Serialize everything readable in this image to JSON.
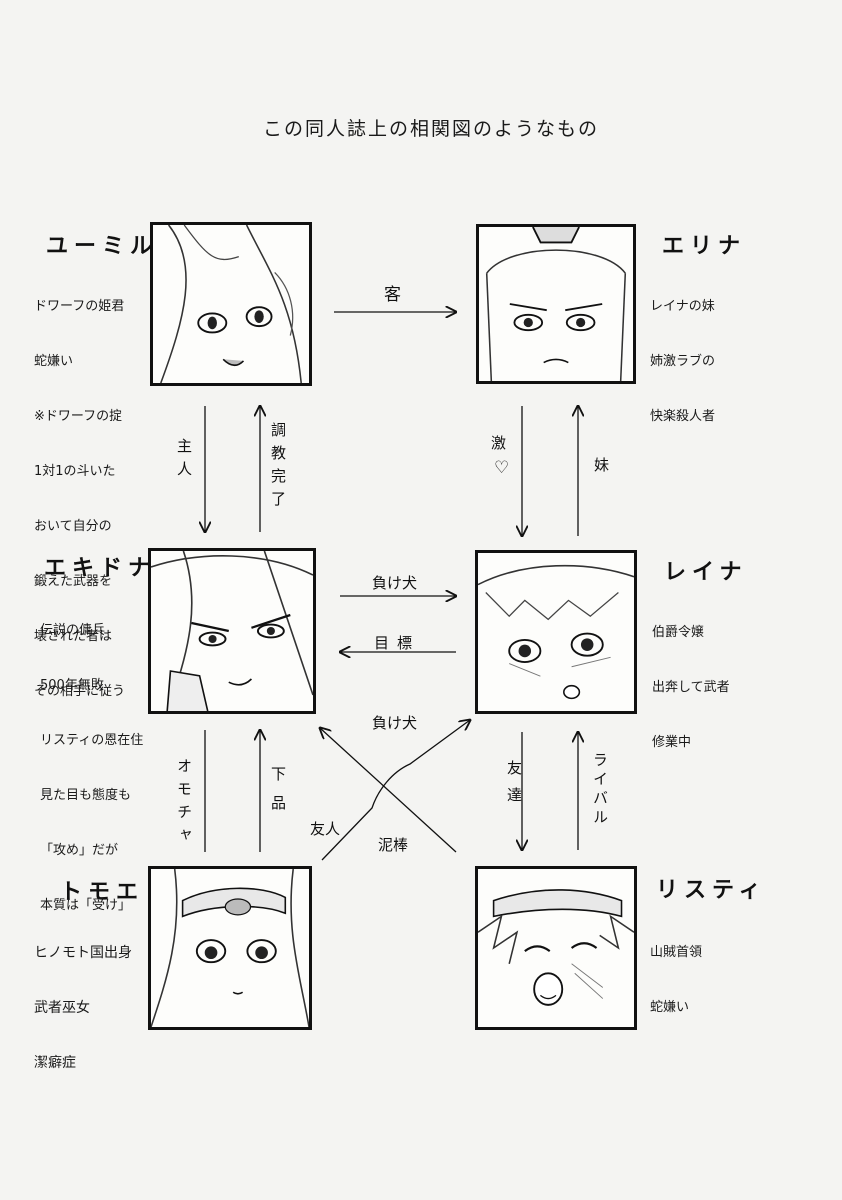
{
  "title": "この同人誌上の相関図のようなもの",
  "characters": {
    "ymir": {
      "name": "ユーミル",
      "desc": [
        "ドワーフの姫君",
        "蛇嫌い",
        "※ドワーフの掟",
        "1対1の斗いた",
        "おいて自分の",
        "鍛えた武器を",
        "壊された者は",
        "その相手に従う"
      ]
    },
    "erina": {
      "name": "エリナ",
      "desc": [
        "レイナの妹",
        "姉激ラブの",
        "快楽殺人者"
      ]
    },
    "echidna": {
      "name": "エキドナ",
      "desc": [
        "伝説の傭兵",
        "500年無敗",
        "リスティの恩在住",
        "見た目も態度も",
        "「攻め」だが",
        "本質は「受け」"
      ]
    },
    "leina": {
      "name": "レイナ",
      "desc": [
        "伯爵令嬢",
        "出奔して武者",
        "修業中"
      ]
    },
    "tomoe": {
      "name": "トモエ",
      "desc": [
        "ヒノモト国出身",
        "武者巫女",
        "潔癖症"
      ]
    },
    "risty": {
      "name": "リスティ",
      "desc": [
        "山賊首領",
        "蛇嫌い"
      ]
    }
  },
  "relations": {
    "ymir_to_erina": "客",
    "ymir_to_echidna": "主人",
    "echidna_to_ymir": "調教完了",
    "erina_to_leina": "激",
    "erina_to_leina_mark": "♡",
    "leina_to_erina": "妹",
    "echidna_to_leina": "負け犬",
    "leina_to_echidna": "目標",
    "echidna_to_tomoe": "オモチャ",
    "tomoe_to_echidna": "下品",
    "leina_to_risty": "友達",
    "risty_to_leina": "ライバル",
    "tomoe_to_leina": "友人",
    "risty_to_echidna": "負け犬",
    "echidna_to_risty": "泥棒"
  }
}
